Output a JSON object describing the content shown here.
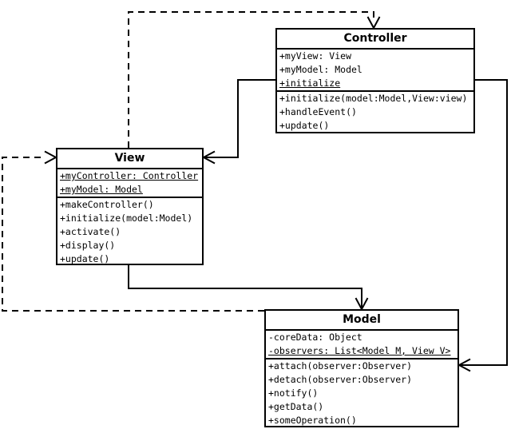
{
  "diagram": {
    "kind": "uml-class-diagram",
    "background_color": "#ffffff",
    "line_color": "#000000"
  },
  "classes": {
    "controller": {
      "name": "Controller",
      "attributes": [
        {
          "text": "+myView: View",
          "underline": false
        },
        {
          "text": "+myModel: Model",
          "underline": false
        },
        {
          "text": "+initialize",
          "underline": true
        }
      ],
      "methods": [
        {
          "text": "+initialize(model:Model,View:view)",
          "underline": false
        },
        {
          "text": "+handleEvent()",
          "underline": false
        },
        {
          "text": "+update()",
          "underline": false
        }
      ]
    },
    "view": {
      "name": "View",
      "attributes": [
        {
          "text": "+myController: Controller",
          "underline": true
        },
        {
          "text": "+myModel: Model",
          "underline": true
        }
      ],
      "methods": [
        {
          "text": "+makeController()",
          "underline": false
        },
        {
          "text": "+initialize(model:Model)",
          "underline": false
        },
        {
          "text": "+activate()",
          "underline": false
        },
        {
          "text": "+display()",
          "underline": false
        },
        {
          "text": "+update()",
          "underline": false
        }
      ]
    },
    "model": {
      "name": "Model",
      "attributes": [
        {
          "text": "-coreData: Object",
          "underline": false
        },
        {
          "text": "-observers: List<Model M, View V>",
          "underline": true
        }
      ],
      "methods": [
        {
          "text": "+attach(observer:Observer)",
          "underline": false
        },
        {
          "text": "+detach(observer:Observer)",
          "underline": false
        },
        {
          "text": "+notify()",
          "underline": false
        },
        {
          "text": "+getData()",
          "underline": false
        },
        {
          "text": "+someOperation()",
          "underline": false
        }
      ]
    }
  },
  "connectors": [
    {
      "name": "solid-controller-to-view",
      "style": "solid",
      "from": "Controller",
      "to": "View",
      "arrowhead": "open"
    },
    {
      "name": "solid-controller-to-model",
      "style": "solid",
      "from": "Controller",
      "to": "Model",
      "arrowhead": "open"
    },
    {
      "name": "solid-view-to-model",
      "style": "solid",
      "from": "View",
      "to": "Model",
      "arrowhead": "open"
    },
    {
      "name": "dashed-model-to-view",
      "style": "dashed",
      "from": "Model",
      "to": "View",
      "arrowhead": "open"
    },
    {
      "name": "dashed-view-to-controller",
      "style": "dashed",
      "from": "View",
      "to": "Controller",
      "arrowhead": "open"
    }
  ]
}
